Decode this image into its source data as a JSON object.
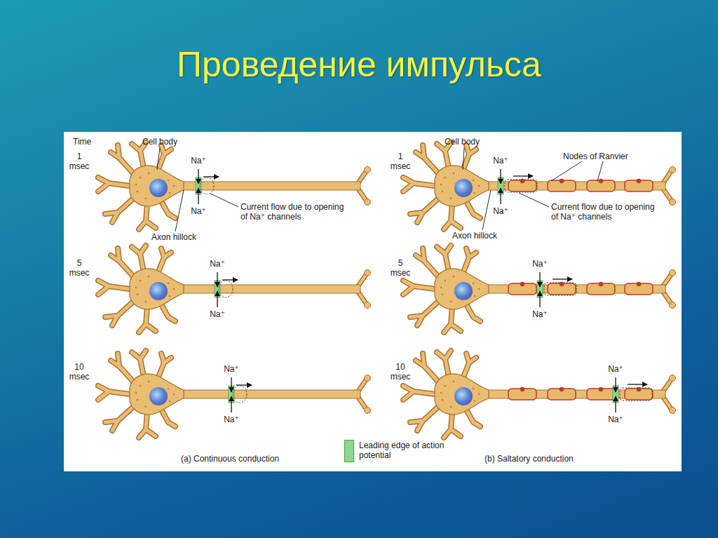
{
  "diagram": {
    "title": "Проведение импульса",
    "labels": [
      "Time",
      "1 msec",
      "Cell body",
      "Na⁺",
      "Na⁺",
      "Current flow due to opening of Na⁺ channels",
      "Axon hillock",
      "5 msec",
      "Na⁺",
      "Na⁺",
      "10 msec",
      "Na⁺",
      "Na⁺",
      "(a) Continuous conduction",
      "1 msec",
      "Cell body",
      "Nodes of Ranvier",
      "Na⁺",
      "Na⁺",
      "Current flow due to opening of Na⁺ channels",
      "Axon hillock",
      "5 msec",
      "Na⁺",
      "Na⁺",
      "10 msec",
      "Na⁺",
      "Na⁺",
      "(b) Saltatory conduction"
    ],
    "legend": [
      {
        "text": "Leading edge of action potential",
        "color": "#8fd68f"
      }
    ]
  }
}
